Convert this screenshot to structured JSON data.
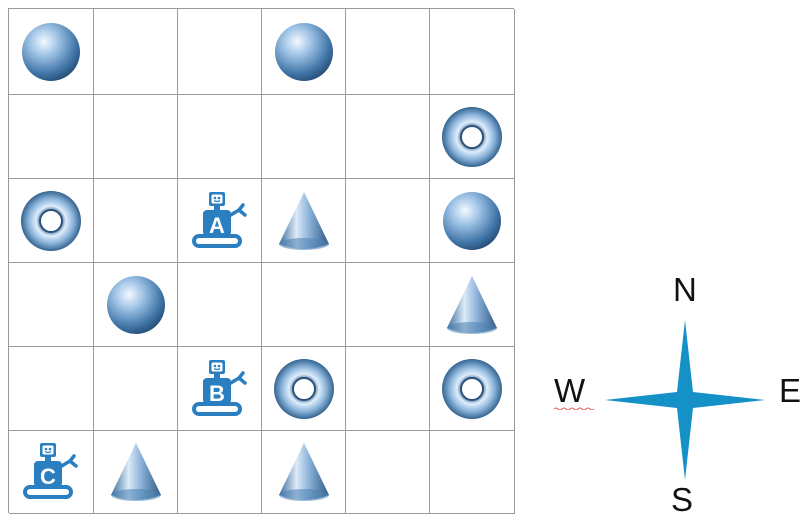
{
  "board": {
    "rows": 6,
    "cols": 6,
    "cells": [
      [
        "sphere",
        "",
        "",
        "sphere",
        "",
        ""
      ],
      [
        "",
        "",
        "",
        "",
        "",
        "torus"
      ],
      [
        "torus",
        "",
        "robot",
        "cone",
        "",
        "sphere"
      ],
      [
        "",
        "sphere",
        "",
        "",
        "",
        "cone"
      ],
      [
        "",
        "",
        "robot",
        "torus",
        "",
        "torus"
      ],
      [
        "robot",
        "cone",
        "",
        "cone",
        "",
        ""
      ]
    ],
    "robots": {
      "A": {
        "row": 2,
        "col": 2,
        "label": "A"
      },
      "B": {
        "row": 4,
        "col": 2,
        "label": "B"
      },
      "C": {
        "row": 5,
        "col": 0,
        "label": "C"
      }
    }
  },
  "compass": {
    "north": "N",
    "south": "S",
    "east": "E",
    "west": "W"
  },
  "colors": {
    "grid_line": "#9a9a9a",
    "shape_light": "#e6f1fb",
    "shape_mid": "#7aa7d2",
    "shape_dark": "#2f5f8c",
    "robot": "#2a7fc0",
    "compass": "#1691c7",
    "spell_underline": "#e06060"
  }
}
